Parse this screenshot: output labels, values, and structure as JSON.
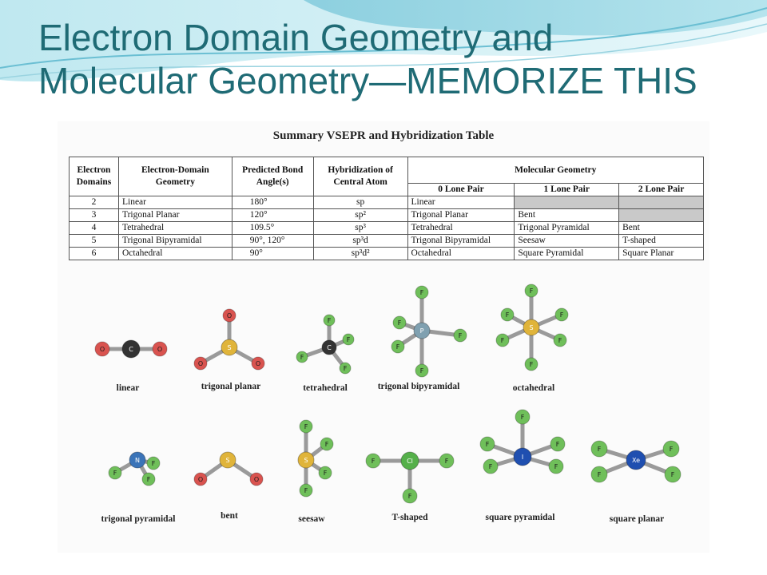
{
  "slide": {
    "title_line1": "Electron Domain Geometry and",
    "title_line2": "Molecular Geometry—MEMORIZE THIS"
  },
  "table": {
    "title": "Summary VSEPR and Hybridization Table",
    "headers": {
      "electron_domains": "Electron Domains",
      "ed_geometry": "Electron-Domain Geometry",
      "bond_angles": "Predicted Bond Angle(s)",
      "hybridization": "Hybridization of Central Atom",
      "molecular_geometry": "Molecular Geometry",
      "lp0": "0 Lone Pair",
      "lp1": "1 Lone Pair",
      "lp2": "2 Lone Pair"
    },
    "rows": [
      {
        "domains": "2",
        "geometry": "Linear",
        "angles": "180°",
        "hyb": "sp",
        "lp0": "Linear",
        "lp1": "",
        "lp2": ""
      },
      {
        "domains": "3",
        "geometry": "Trigonal Planar",
        "angles": "120°",
        "hyb": "sp²",
        "lp0": "Trigonal Planar",
        "lp1": "Bent",
        "lp2": ""
      },
      {
        "domains": "4",
        "geometry": "Tetrahedral",
        "angles": "109.5°",
        "hyb": "sp³",
        "lp0": "Tetrahedral",
        "lp1": "Trigonal Pyramidal",
        "lp2": "Bent"
      },
      {
        "domains": "5",
        "geometry": "Trigonal Bipyramidal",
        "angles": "90°, 120°",
        "hyb": "sp³d",
        "lp0": "Trigonal Bipyramidal",
        "lp1": "Seesaw",
        "lp2": "T-shaped"
      },
      {
        "domains": "6",
        "geometry": "Octahedral",
        "angles": "90°",
        "hyb": "sp³d²",
        "lp0": "Octahedral",
        "lp1": "Square Pyramidal",
        "lp2": "Square Planar"
      }
    ]
  },
  "molecules": {
    "linear": {
      "label": "linear",
      "center": "C",
      "outer": "O"
    },
    "trigonal_planar": {
      "label": "trigonal planar",
      "center": "S",
      "outer": "O"
    },
    "tetrahedral": {
      "label": "tetrahedral",
      "center": "C",
      "outer": "F"
    },
    "trigonal_bipyramidal": {
      "label": "trigonal bipyramidal",
      "center": "P",
      "outer": "F"
    },
    "octahedral": {
      "label": "octahedral",
      "center": "S",
      "outer": "F"
    },
    "trigonal_pyramidal": {
      "label": "trigonal pyramidal",
      "center": "N",
      "outer": "F"
    },
    "bent": {
      "label": "bent",
      "center": "S",
      "outer": "O"
    },
    "seesaw": {
      "label": "seesaw",
      "center": "S",
      "outer": "F"
    },
    "t_shaped": {
      "label": "T-shaped",
      "center": "Cl",
      "outer": "F"
    },
    "square_pyramidal": {
      "label": "square pyramidal",
      "center": "I",
      "outer": "F"
    },
    "square_planar": {
      "label": "square planar",
      "center": "Xe",
      "outer": "F"
    }
  },
  "colors": {
    "title": "#1f6b75",
    "oxygen": "#d9534f",
    "fluorine": "#6fbf5a",
    "carbon": "#333333",
    "sulfur": "#e0b43a",
    "phosphorus": "#7fa0b0",
    "nitrogen": "#3b74b8",
    "chlorine": "#55b04a",
    "iodine": "#1f4fb0",
    "xenon": "#1f4fb0"
  }
}
